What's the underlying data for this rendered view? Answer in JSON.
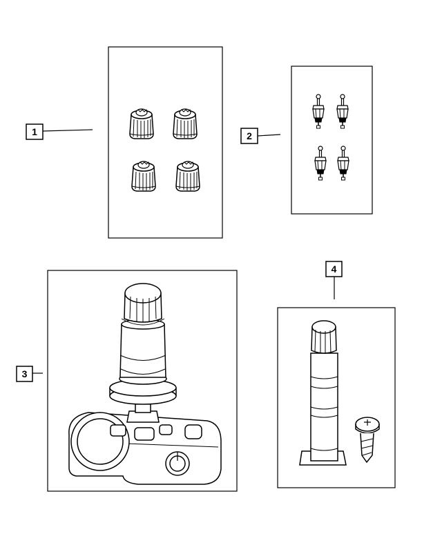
{
  "callouts": [
    {
      "id": "1",
      "label": "1"
    },
    {
      "id": "2",
      "label": "2"
    },
    {
      "id": "3",
      "label": "3"
    },
    {
      "id": "4",
      "label": "4"
    }
  ],
  "colors": {
    "line": "#000000",
    "background": "#ffffff",
    "fill": "#ffffff"
  },
  "icons": {
    "panel_1": "valve-stem-cap-icon",
    "panel_2": "valve-core-icon",
    "panel_3": "tpms-sensor-icon",
    "panel_4": "valve-stem-kit-icon"
  }
}
